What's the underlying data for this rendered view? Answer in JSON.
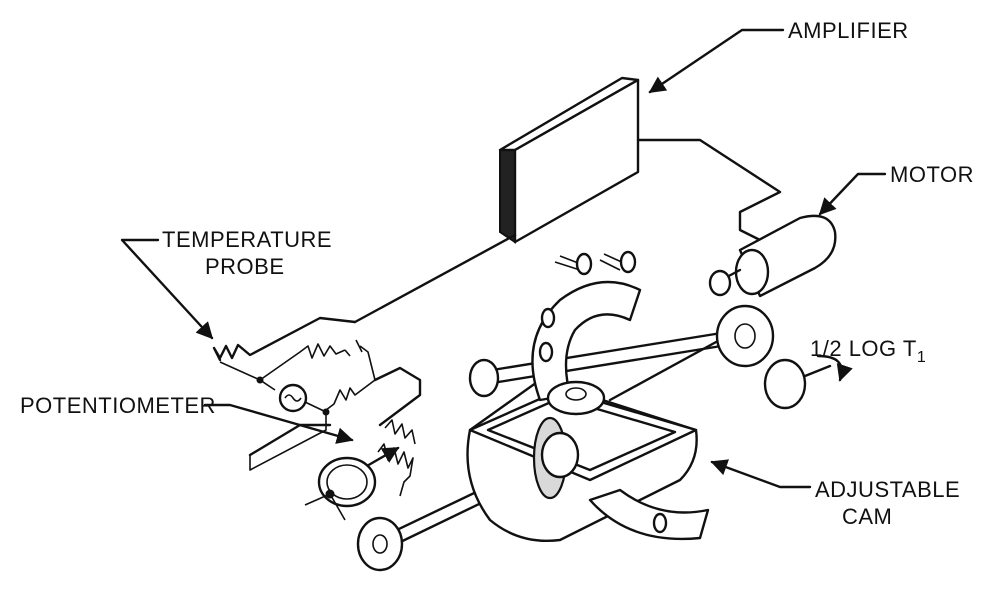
{
  "labels": {
    "amplifier": "AMPLIFIER",
    "motor": "MOTOR",
    "temperature_probe_line1": "TEMPERATURE",
    "temperature_probe_line2": "PROBE",
    "potentiometer": "POTENTIOMETER",
    "log_label": "1/2 LOG T",
    "log_subscript": "1",
    "adjustable_cam_line1": "ADJUSTABLE",
    "adjustable_cam_line2": "CAM"
  },
  "colors": {
    "ink": "#111111",
    "paper": "#ffffff"
  }
}
